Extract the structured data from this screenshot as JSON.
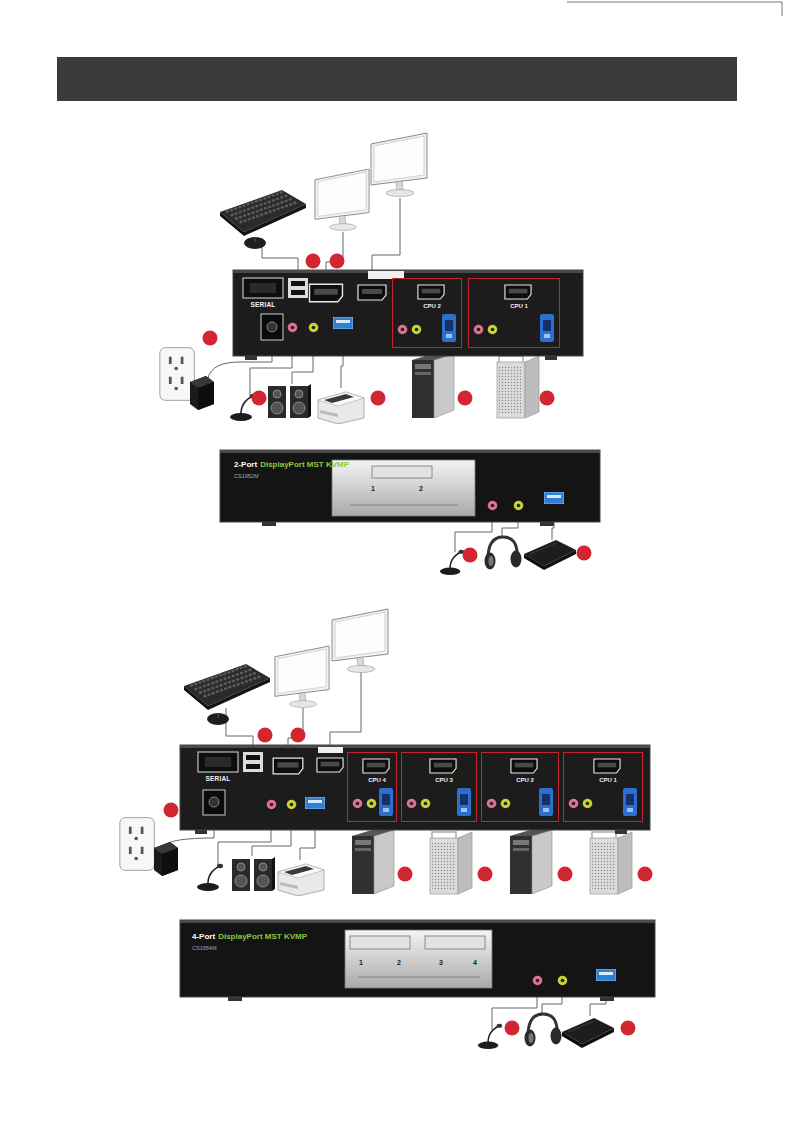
{
  "diagram": {
    "nodes": [
      {
        "text": [
          "SERIAL"
        ]
      },
      {
        "text": [
          "CPU 2"
        ],
        "in": 0
      },
      {
        "text": [
          "CPU 1"
        ],
        "in": 0
      },
      {
        "text": [
          "2-Port",
          "DisplayPort MST KVMP",
          "CS1952M"
        ]
      },
      {
        "text": [
          "SERIAL"
        ]
      },
      {
        "text": [
          "CPU 4"
        ],
        "in": 4
      },
      {
        "text": [
          "CPU 3"
        ],
        "in": 4
      },
      {
        "text": [
          "CPU 2"
        ],
        "in": 4
      },
      {
        "text": [
          "CPU 1"
        ],
        "in": 4
      },
      {
        "text": [
          "4-Port",
          "DisplayPort MST KVMP",
          "CS1954M"
        ]
      }
    ],
    "labels": [
      "1",
      "2",
      "1",
      "2",
      "3",
      "4"
    ]
  }
}
